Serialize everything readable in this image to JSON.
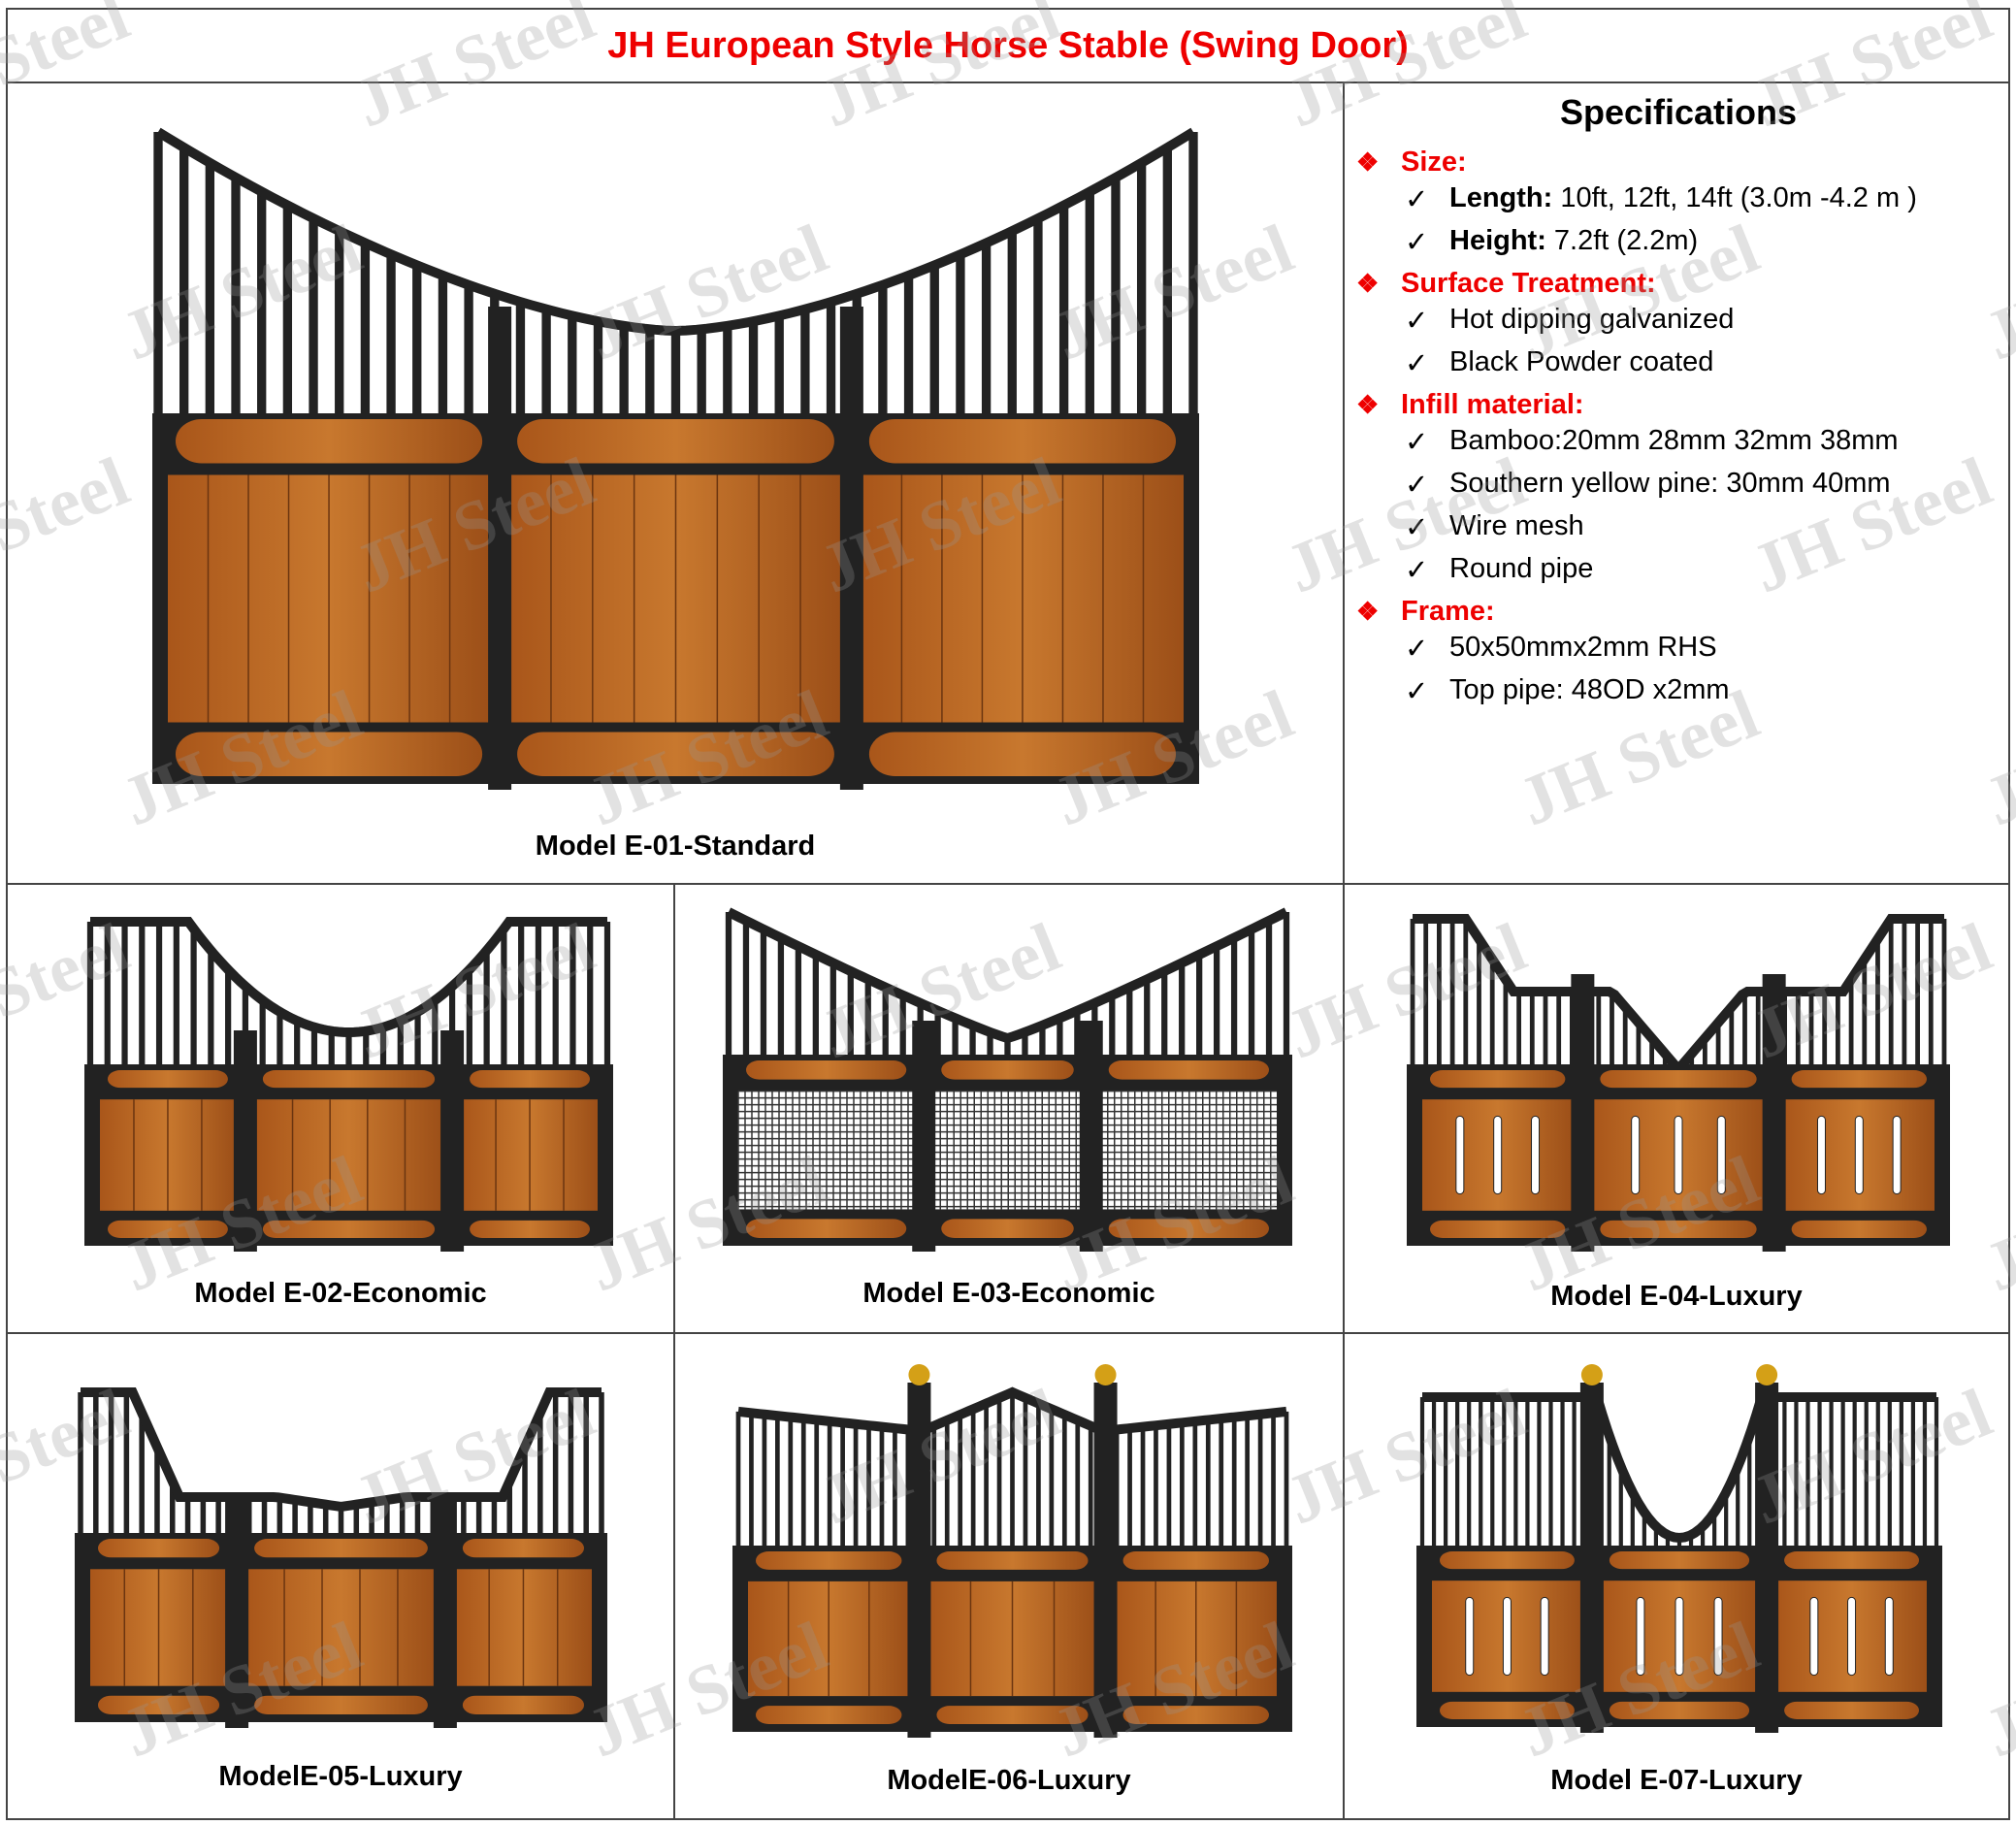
{
  "title": "JH European Style Horse Stable (Swing Door)",
  "watermark": "JH Steel",
  "colors": {
    "title": "#e00000",
    "frame": "#222222",
    "wood": "#b8651f",
    "border": "#444444"
  },
  "models": [
    {
      "caption": "Model E-01-Standard"
    },
    {
      "caption": "Model E-02-Economic"
    },
    {
      "caption": "Model E-03-Economic"
    },
    {
      "caption": "Model E-04-Luxury"
    },
    {
      "caption": "ModelE-05-Luxury"
    },
    {
      "caption": "ModelE-06-Luxury"
    },
    {
      "caption": "Model E-07-Luxury"
    }
  ],
  "specifications": {
    "heading": "Specifications",
    "sections": [
      {
        "label": "Size:",
        "items": [
          {
            "bold": "Length:",
            "text": " 10ft, 12ft, 14ft (3.0m -4.2 m )"
          },
          {
            "bold": "Height:",
            "text": " 7.2ft (2.2m)"
          }
        ]
      },
      {
        "label": "Surface Treatment:",
        "items": [
          {
            "bold": "",
            "text": "Hot dipping galvanized"
          },
          {
            "bold": "",
            "text": "Black Powder coated"
          }
        ]
      },
      {
        "label": "Infill material:",
        "items": [
          {
            "bold": "",
            "text": "Bamboo:20mm 28mm 32mm 38mm"
          },
          {
            "bold": "",
            "text": "Southern yellow pine: 30mm 40mm"
          },
          {
            "bold": "",
            "text": "Wire mesh"
          },
          {
            "bold": "",
            "text": "Round pipe"
          }
        ]
      },
      {
        "label": "Frame:",
        "items": [
          {
            "bold": "",
            "text": "50x50mmx2mm RHS"
          },
          {
            "bold": "",
            "text": "Top pipe: 48OD x2mm"
          }
        ]
      }
    ]
  }
}
